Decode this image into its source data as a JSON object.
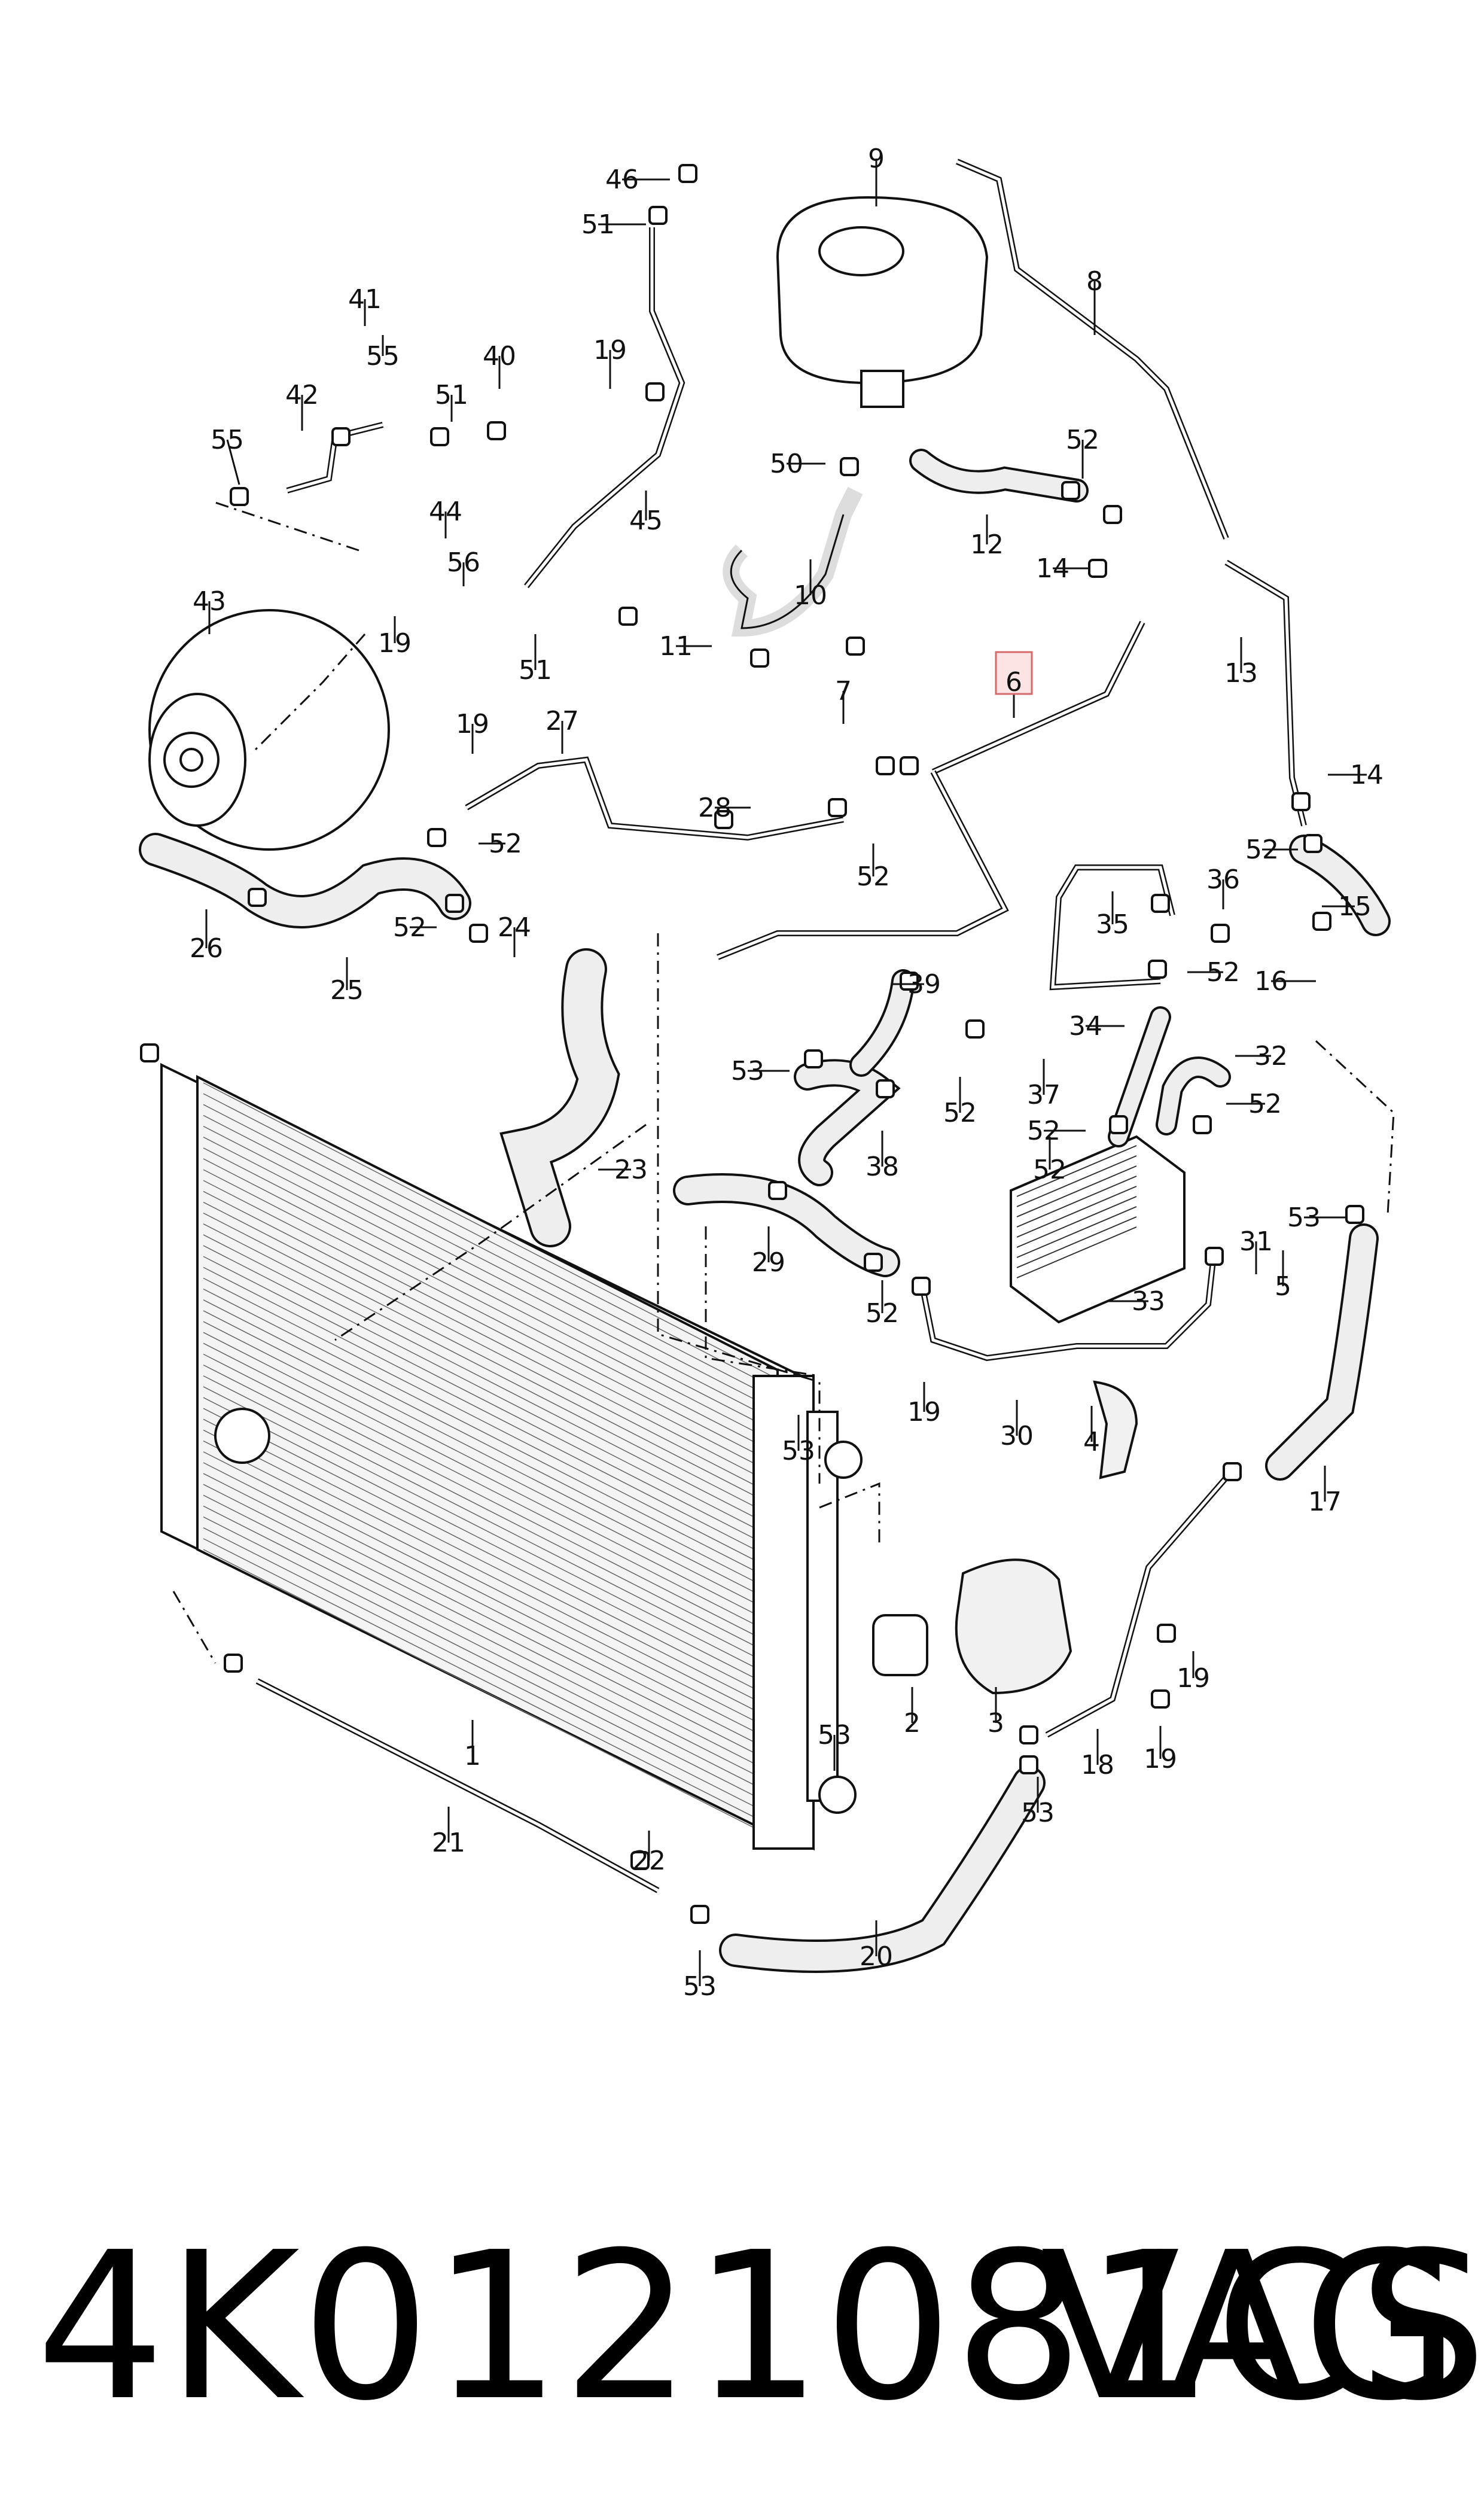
{
  "part_number": "4K0121081CS",
  "brand": "VAG",
  "highlighted_label": "6",
  "labels": [
    "46",
    "9",
    "51",
    "8",
    "41",
    "55",
    "40",
    "19",
    "42",
    "51",
    "55",
    "50",
    "52",
    "12",
    "45",
    "44",
    "56",
    "14",
    "10",
    "43",
    "19",
    "51",
    "11",
    "13",
    "7",
    "6",
    "19",
    "27",
    "14",
    "28",
    "52",
    "52",
    "36",
    "15",
    "52",
    "35",
    "26",
    "25",
    "52",
    "24",
    "16",
    "39",
    "52",
    "34",
    "53",
    "37",
    "52",
    "32",
    "52",
    "52",
    "52",
    "38",
    "23",
    "29",
    "53",
    "31",
    "5",
    "53",
    "33",
    "52",
    "19",
    "30",
    "4",
    "17",
    "19",
    "19",
    "2",
    "3",
    "53",
    "18",
    "53",
    "1",
    "21",
    "22",
    "20",
    "53"
  ]
}
